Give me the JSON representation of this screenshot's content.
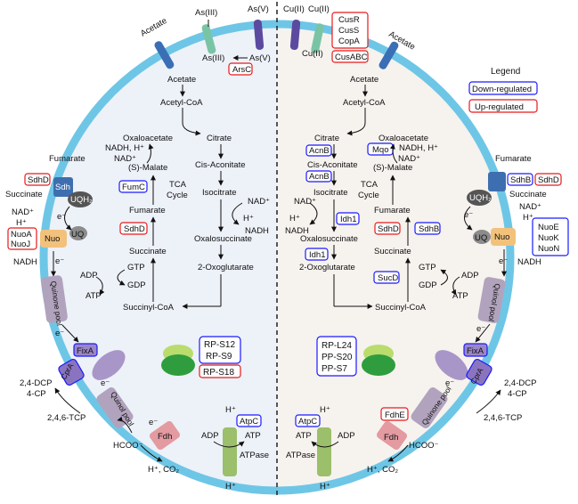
{
  "colors": {
    "membrane": "#6ec6e6",
    "left_bg": "#edf1f8",
    "right_bg": "#f6f2ee",
    "down": "#1a1aff",
    "up": "#e8191a",
    "channel_blue": "#3a6fb5",
    "channel_purple": "#5b4aa0",
    "channel_teal": "#7ac4a6",
    "quinone": "#b1a3bd",
    "fdh": "#e39aa1",
    "atpase": "#9bbf6a",
    "nuo": "#f2c27c",
    "sdh": "#3d6fb0",
    "uq": "#8c8c8c",
    "fixa": "#9a86c6",
    "cpra": "#8a74c0"
  },
  "legend": {
    "title": "Legend",
    "down": "Down-regulated",
    "up": "Up-regulated"
  },
  "transport": {
    "as3_out": "As(III)",
    "as5_out": "As(V)",
    "as3_in": "As(III)",
    "as5_in": "As(V)",
    "arsc": "ArsC",
    "cu2_out": "Cu(II)",
    "cu2_out2": "Cu(II)",
    "cu2_in": "Cu(II)",
    "cus_list": [
      "CusR",
      "CusS",
      "CopA"
    ],
    "cusabc": "CusABC"
  },
  "left": {
    "acetate_mem": "Acetate",
    "acetate": "Acetate",
    "acetylcoa": "Acetyl-CoA",
    "oxaloacetate": "Oxaloacetate",
    "nadh_h": "NADH, H⁺",
    "nad": "NAD⁺",
    "malate": "(S)-Malate",
    "fumc": "FumC",
    "fumarate": "Fumarate",
    "sdhd": "SdhD",
    "succinate": "Succinate",
    "gtp": "GTP",
    "gdp": "GDP",
    "adp": "ADP",
    "atp": "ATP",
    "succinylcoa": "Succinyl-CoA",
    "citrate": "Citrate",
    "cisaconitate": "Cis-Aconitate",
    "isocitrate": "Isocitrate",
    "tca1": "TCA",
    "tca2": "Cycle",
    "nad2": "NAD⁺",
    "hplus": "H⁺",
    "nadh2": "NADH",
    "oxalosuccinate": "Oxalosuccinate",
    "oxoglutarate": "2-Oxoglutarate",
    "mem_fumarate": "Fumarate",
    "mem_sdhd": "SdhD",
    "mem_succinate": "Succinate",
    "sdh": "Sdh",
    "uqh2": "UQH₂",
    "uq": "UQ",
    "nad_out": "NAD⁺",
    "h_out": "H⁺",
    "nuoa": "NuoA",
    "nuoj": "NuoJ",
    "nuo": "Nuo",
    "nadh_out": "NADH",
    "e1": "e⁻",
    "e2": "e⁻",
    "e3": "e⁻",
    "e4": "e⁻",
    "e5": "e⁻",
    "quinone_pool": "Quinone pool",
    "fixa": "FixA",
    "cpra": "CprA",
    "dcp": "2,4-DCP",
    "cp": "4-CP",
    "tcp": "2,4,6-TCP",
    "quinol_pool": "Quinol pool",
    "hcoo": "HCOO⁻",
    "fdh": "Fdh",
    "hco2": "H⁺, CO₂",
    "atp_adp": "ADP",
    "atp_atp": "ATP",
    "atpc": "AtpC",
    "atpase": "ATPase",
    "h_top": "H⁺",
    "h_bottom": "H⁺",
    "ribo": [
      "RP-S12",
      "RP-S9",
      "RP-S18"
    ]
  },
  "right": {
    "acetate_mem": "Acetate",
    "acetate": "Acetate",
    "acetylcoa": "Acetyl-CoA",
    "citrate": "Citrate",
    "acnb1": "AcnB",
    "cisaconitate": "Cis-Aconitate",
    "acnb2": "AcnB",
    "isocitrate": "Isocitrate",
    "nad": "NAD⁺",
    "hplus": "H⁺",
    "nadh": "NADH",
    "idh1": "Idh1",
    "idh2": "Idh1",
    "oxalosuccinate": "Oxalosuccinate",
    "oxoglutarate": "2-Oxoglutarate",
    "oxaloacetate": "Oxaloacetate",
    "mqo": "Mqo",
    "nadh_h": "NADH, H⁺",
    "nad2": "NAD⁺",
    "malate": "(S)-Malate",
    "tca1": "TCA",
    "tca2": "Cycle",
    "fumarate": "Fumarate",
    "sdhd": "SdhD",
    "sdhb": "SdhB",
    "succinate": "Succinate",
    "sucd": "SucD",
    "gtp": "GTP",
    "gdp": "GDP",
    "adp": "ADP",
    "atp": "ATP",
    "succinylcoa": "Succinyl-CoA",
    "mem_fumarate": "Fumarate",
    "mem_sdhb": "SdhB",
    "mem_sdhd": "SdhD",
    "mem_succinate": "Succinate",
    "uqh2": "UQH₂",
    "uq": "UQ",
    "nuo": "Nuo",
    "nad_out": "NAD⁺",
    "h_out": "H⁺",
    "nuo_list": [
      "NuoE",
      "NuoK",
      "NuoN"
    ],
    "nadh_out": "NADH",
    "e1": "e⁻",
    "e2": "e⁻",
    "e3": "e⁻",
    "e4": "e⁻",
    "quinol_pool": "Quinol pool",
    "fixa": "FixA",
    "cpra": "CprA",
    "dcp": "2,4-DCP",
    "cp": "4-CP",
    "tcp": "2,4,6-TCP",
    "quinone_pool": "Quinone pool",
    "fdhe": "FdhE",
    "fdh": "Fdh",
    "hcoo": "HCOO⁻",
    "hco2": "H⁺, CO₂",
    "atpc": "AtpC",
    "atp_adp": "ADP",
    "atp_atp": "ATP",
    "atpase": "ATPase",
    "h_top": "H⁺",
    "h_bottom": "H⁺",
    "ribo": [
      "RP-L24",
      "PP-S20",
      "PP-S7"
    ]
  }
}
